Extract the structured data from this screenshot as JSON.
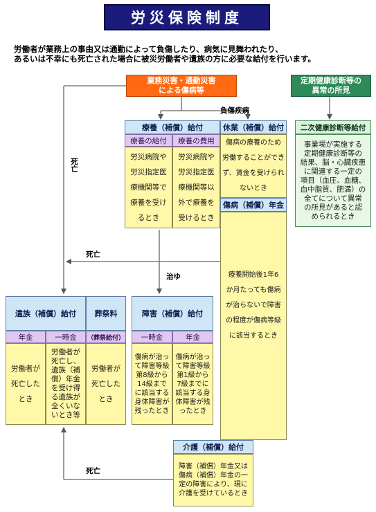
{
  "title": "労災保険制度",
  "intro": [
    "労働者が業務上の事由又は通勤によって負傷したり、病気に見舞われたり、",
    "あるいは不幸にも死亡された場合に被災労働者や遺族の方に必要な給付を行います。"
  ],
  "top_box": "業務災害・通勤災害\nによる傷病等",
  "health_box": "定期健康診断等の\n異常の所見",
  "labels": {
    "injury": "負傷疾病",
    "death": "死亡",
    "cured": "治ゆ"
  },
  "ryoyo": {
    "head": "療養（補償）給付",
    "col1_head": "療養の給付",
    "col2_head": "療養の費用",
    "col1_text": "労災病院や\n労災指定医\n療機関等で\n療養を受け\nるとき",
    "col2_text": "労災病院や\n労災指定医\n療機関等以\n外で療養を\n受けるとき"
  },
  "kyugyo": {
    "head": "休業（補償）給付",
    "text": "傷病の療養のため\n労働することができ\nず、賃金を受けられ\nないとき"
  },
  "shobyo": {
    "head": "傷病（補償）年金",
    "text": "療養開始後1年6\nか月たっても傷病\nが治らないで障害\nの程度が傷病等級\nに該当するとき"
  },
  "niji": {
    "head": "二次健康診断等給付",
    "text": "事業場が実施する\n定期健康診断等の\n結果、脳・心臓疾患\nに関連する一定の\n項目（血圧、血糖、\n血中脂質、肥満）の\n全てについて異常\nの所見があると認\nめられるとき"
  },
  "izoku": {
    "head": "遺族（補償）給付",
    "col1_head": "年金",
    "col2_head": "一時金",
    "col1_text": "労働者が\n死亡した\nとき",
    "col2_text": "労働者が\n死亡し、\n遺族（補\n償）年金\nを受け得\nる遺族が\n全くいな\nいとき等"
  },
  "sosai": {
    "head": "葬祭料",
    "sub": "（葬祭給付）",
    "text": "労働者が\n死亡した\nとき"
  },
  "shogai": {
    "head": "障害（補償）給付",
    "col1_head": "一時金",
    "col2_head": "年金",
    "col1_text": "傷病が治っ\nて障害等級\n第8級から\n14級まで\nに該当する\n身体障害が\n残ったとき",
    "col2_text": "傷病が治っ\nて障害等級\n第1級から\n7級までに\n該当する身\n体障害が残\nったとき"
  },
  "kaigo": {
    "head": "介護（補償）給付",
    "text": "障害（補償）年金又は\n傷病（補償）年金の一\n定の障害により、現に\n介護を受けているとき"
  },
  "colors": {
    "title_bg": "#1b1b7c",
    "orange": "#ff6a13",
    "green": "#2e8b57",
    "blue_head": "#cfe6f7",
    "purple_sub": "#e0c9f0",
    "yellow_body": "#fff8a8",
    "light_green_body": "#e9f8e6"
  }
}
